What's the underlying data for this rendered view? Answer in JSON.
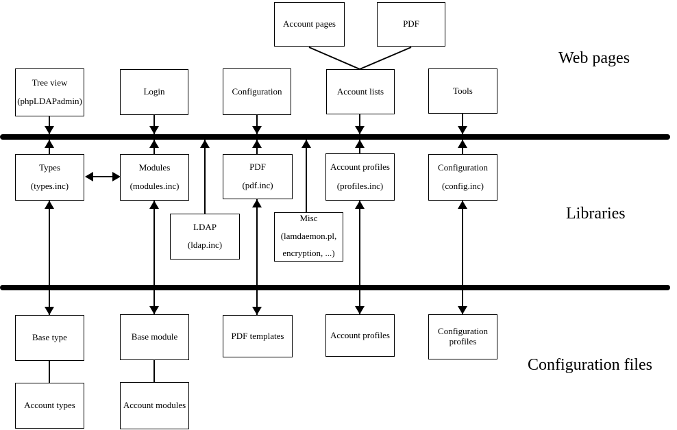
{
  "colors": {
    "line": "#000000",
    "box_border": "#000000",
    "background": "#ffffff"
  },
  "layer_labels": {
    "web_pages": "Web pages",
    "libraries": "Libraries",
    "configuration_files": "Configuration files"
  },
  "boxes": {
    "account_pages": {
      "lines": [
        "Account pages"
      ]
    },
    "pdf_page": {
      "lines": [
        "PDF"
      ]
    },
    "tree_view": {
      "lines": [
        "Tree view",
        "(phpLDAPadmin)"
      ]
    },
    "login": {
      "lines": [
        "Login"
      ]
    },
    "configuration_page": {
      "lines": [
        "Configuration"
      ]
    },
    "account_lists": {
      "lines": [
        "Account lists"
      ]
    },
    "tools": {
      "lines": [
        "Tools"
      ]
    },
    "types": {
      "lines": [
        "Types",
        "(types.inc)"
      ]
    },
    "modules": {
      "lines": [
        "Modules",
        "(modules.inc)"
      ]
    },
    "pdf_lib": {
      "lines": [
        "PDF",
        "(pdf.inc)"
      ]
    },
    "account_profiles_lib": {
      "lines": [
        "Account profiles",
        "(profiles.inc)"
      ]
    },
    "configuration_lib": {
      "lines": [
        "Configuration",
        "(config.inc)"
      ]
    },
    "ldap": {
      "lines": [
        "LDAP",
        "(ldap.inc)"
      ]
    },
    "misc": {
      "lines": [
        "Misc",
        "(lamdaemon.pl,",
        "encryption, ...)"
      ]
    },
    "base_type": {
      "lines": [
        "Base type"
      ]
    },
    "base_module": {
      "lines": [
        "Base module"
      ]
    },
    "pdf_templates": {
      "lines": [
        "PDF templates"
      ]
    },
    "account_profiles_file": {
      "lines": [
        "Account profiles"
      ]
    },
    "configuration_profiles": {
      "lines": [
        "Configuration",
        "profiles"
      ]
    },
    "account_types": {
      "lines": [
        "Account types"
      ]
    },
    "account_modules": {
      "lines": [
        "Account modules"
      ]
    }
  }
}
